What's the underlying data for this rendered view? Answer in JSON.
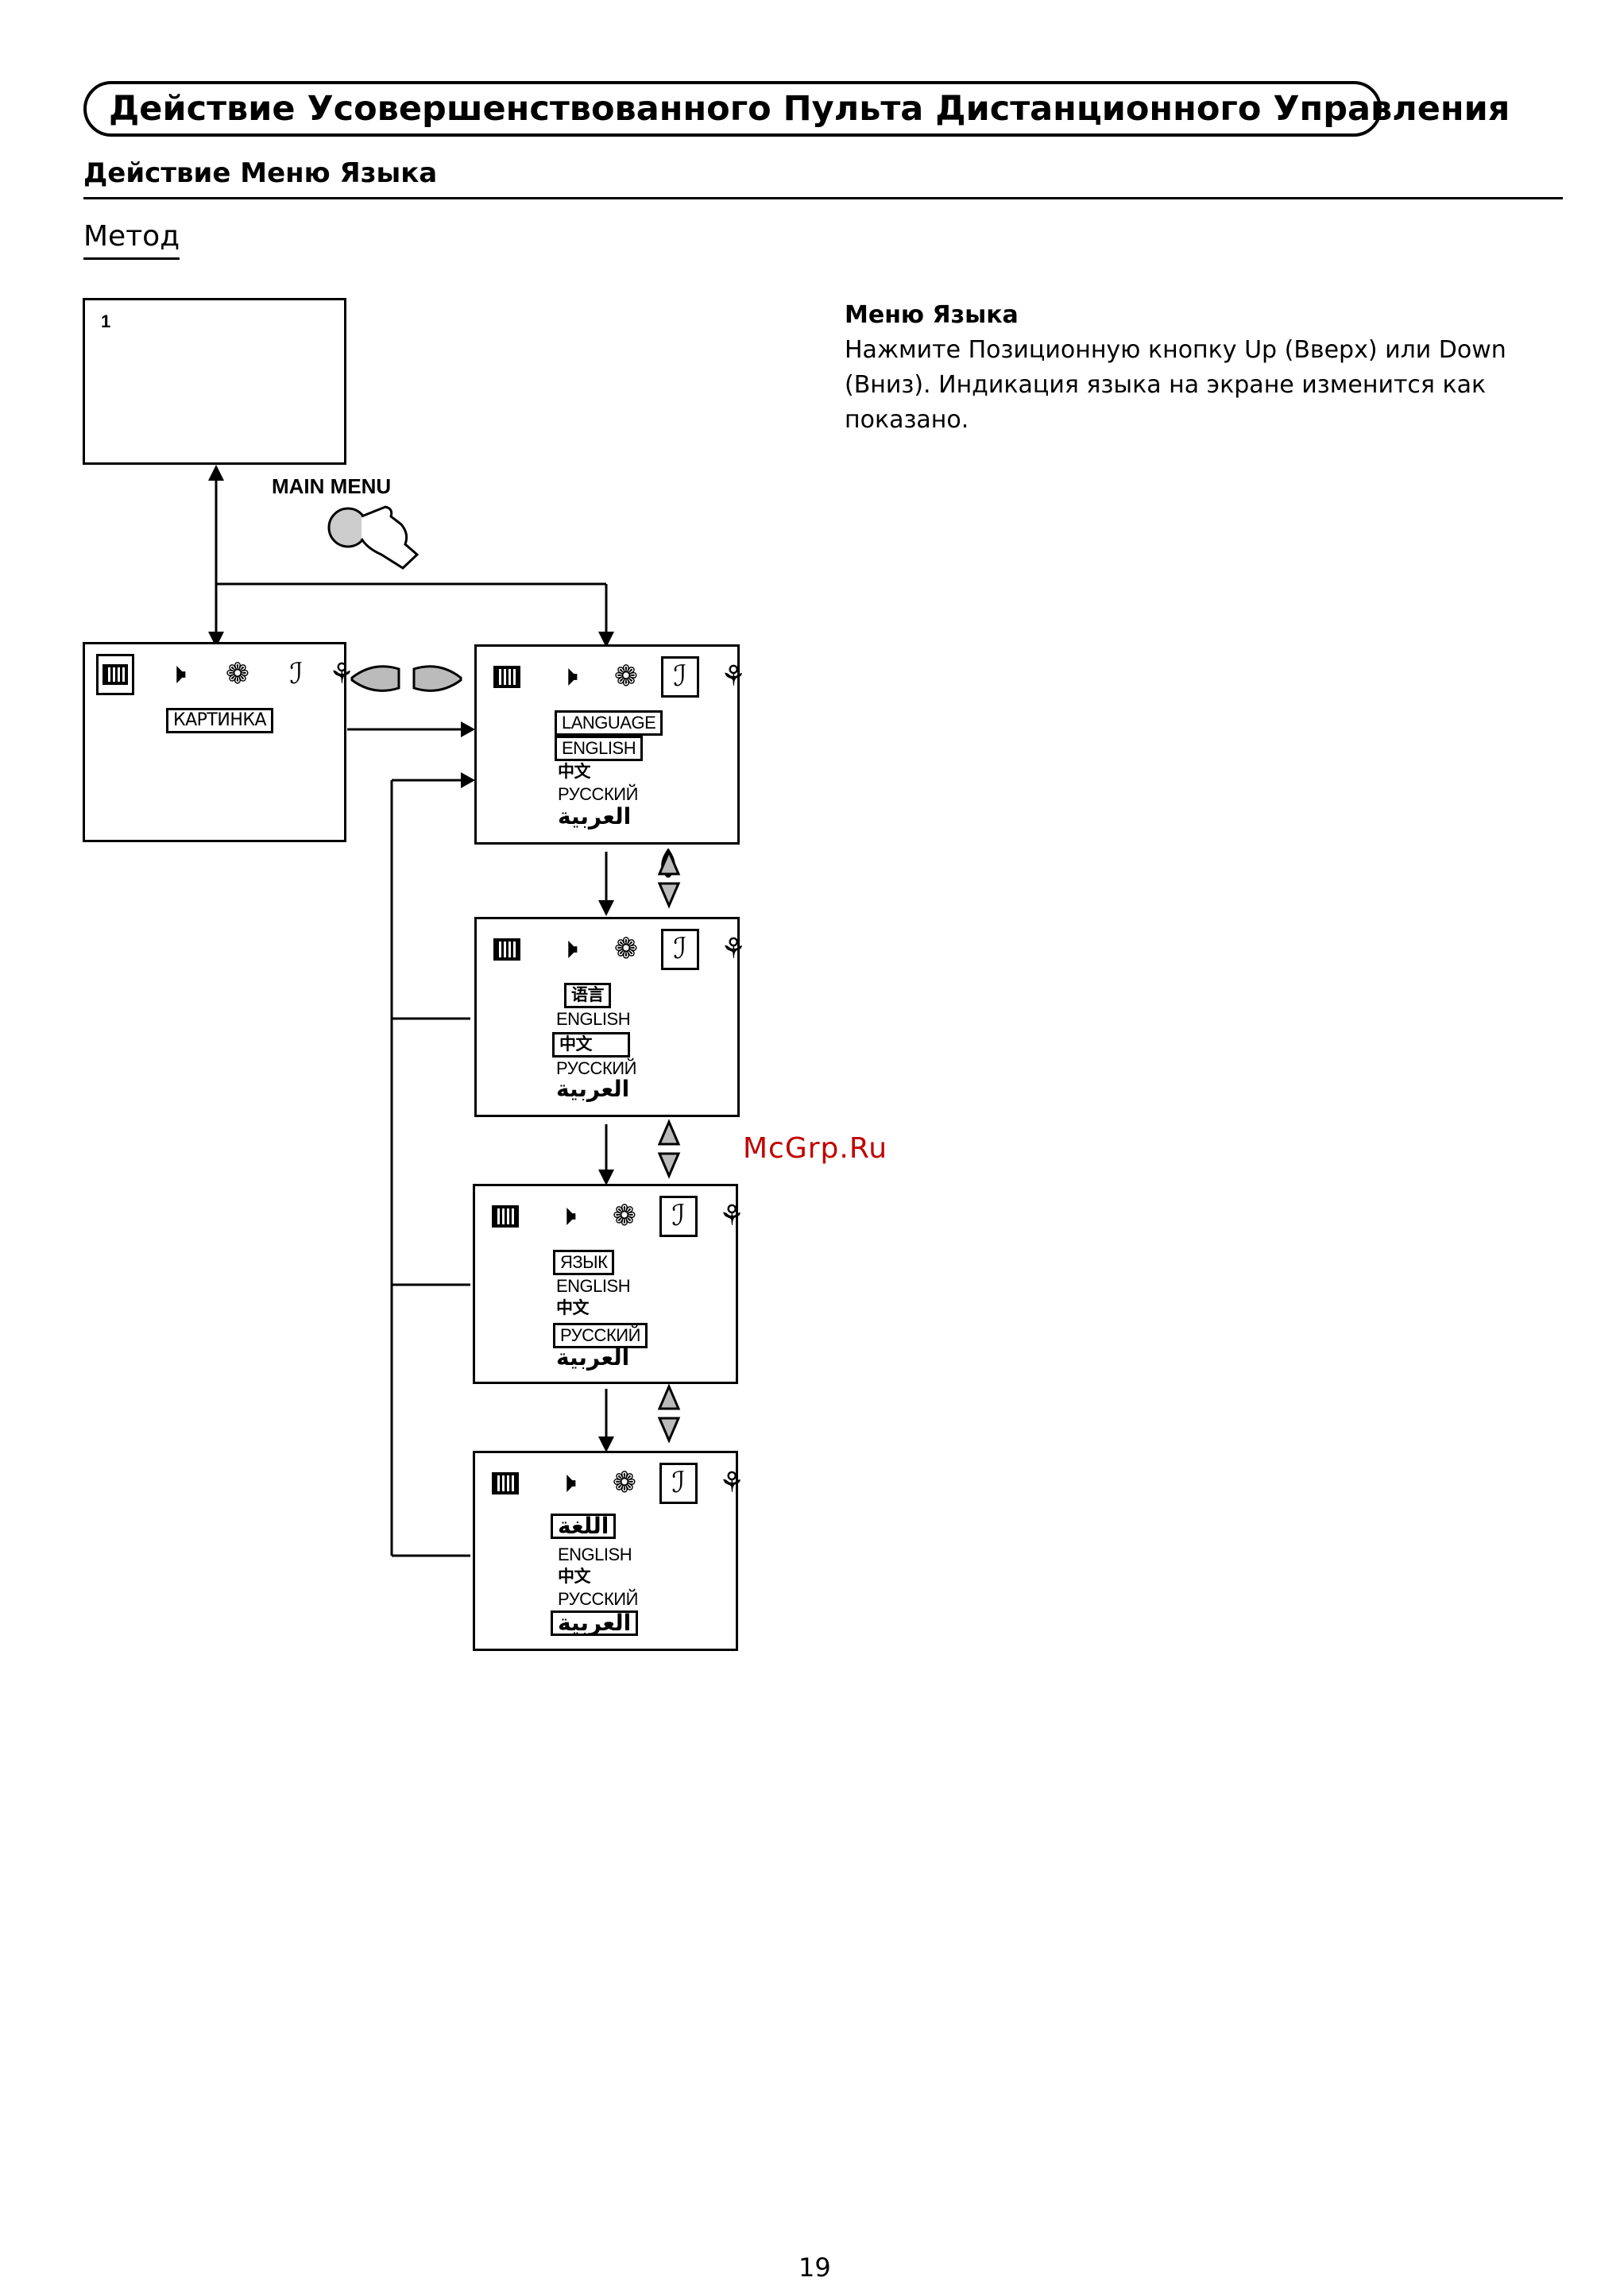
{
  "header": {
    "banner": "Действие Усовершенствованного Пульта Дистанционного Управления",
    "subheading": "Действие Меню Языка",
    "method_label": "Метод"
  },
  "description": {
    "title": "Меню Языка",
    "body": "Нажмите Позиционную кнопку Up (Вверх) или Down (Вниз). Индикация языка на экране изменится как показано."
  },
  "diagram": {
    "channel_screen_number": "1",
    "main_menu_label": "MAIN MENU",
    "picture_menu_label": "КАРТИНКА",
    "icons": [
      "picture-icon",
      "sound-icon",
      "features-icon",
      "language-icon",
      "setup-icon"
    ],
    "language_screens": [
      {
        "heading": "LANGUAGE",
        "options": [
          "ENGLISH",
          "中文",
          "РУССКИЙ",
          "العربية"
        ],
        "selected": 0
      },
      {
        "heading": "语言",
        "options": [
          "ENGLISH",
          "中文",
          "РУССКИЙ",
          "العربية"
        ],
        "selected": 1
      },
      {
        "heading": "ЯЗЫК",
        "options": [
          "ENGLISH",
          "中文",
          "РУССКИЙ",
          "العربية"
        ],
        "selected": 2
      },
      {
        "heading": "اللغة",
        "options": [
          "ENGLISH",
          "中文",
          "РУССКИЙ",
          "العربية"
        ],
        "selected": 3
      }
    ]
  },
  "watermark": "McGrp.Ru",
  "page_number": "19"
}
